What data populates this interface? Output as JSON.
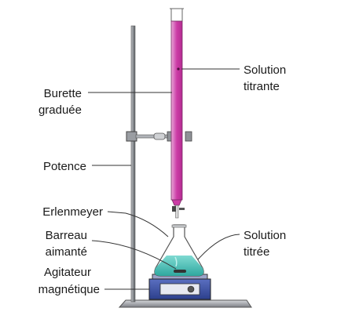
{
  "labels": {
    "burette_line1": "Burette",
    "burette_line2": "graduée",
    "potence": "Potence",
    "erlenmeyer": "Erlenmeyer",
    "barreau_line1": "Barreau",
    "barreau_line2": "aimanté",
    "agitateur_line1": "Agitateur",
    "agitateur_line2": "magnétique",
    "titrante_line1": "Solution",
    "titrante_line2": "titrante",
    "titree_line1": "Solution",
    "titree_line2": "titrée"
  },
  "colors": {
    "titrant": "#cc3ca6",
    "titrant_light": "#e79ad3",
    "titrated": "#44c3ba",
    "stand": "#8a8d92",
    "stirrer_body": "#3b53a8",
    "stirrer_top": "#5a6fc0",
    "line": "#333333"
  }
}
